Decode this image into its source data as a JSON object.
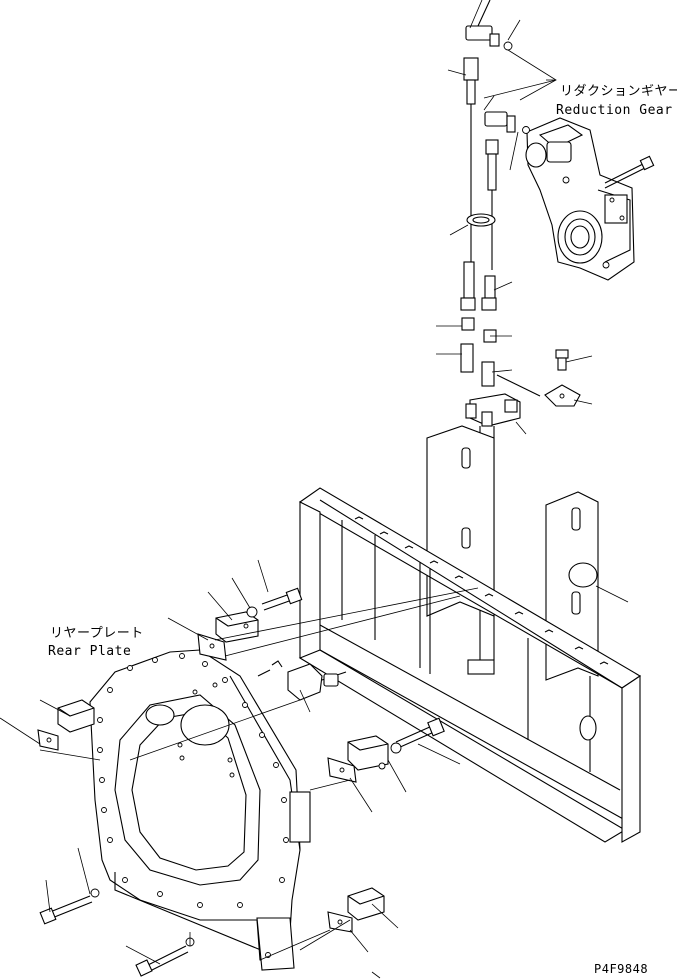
{
  "labels": {
    "reduction_gear_jp": "リダクションギヤー",
    "reduction_gear_en": "Reduction Gear",
    "rear_plate_jp": "リヤープレート",
    "rear_plate_en": "Rear Plate",
    "drawing_number": "P4F9848"
  }
}
